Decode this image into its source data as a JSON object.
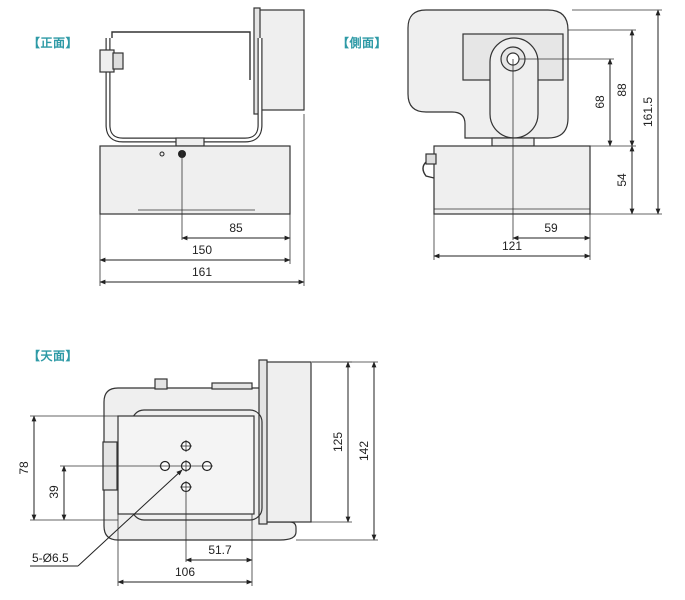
{
  "labels": {
    "front": "正面",
    "side": "側面",
    "top": "天面"
  },
  "front_view": {
    "dims": {
      "d85": "85",
      "d150": "150",
      "d161": "161"
    }
  },
  "side_view": {
    "dims": {
      "d59": "59",
      "d121": "121",
      "d68": "68",
      "d88": "88",
      "d161_5": "161.5",
      "d54": "54"
    }
  },
  "top_view": {
    "dims": {
      "d78": "78",
      "d39": "39",
      "d125": "125",
      "d142": "142",
      "d51_7": "51.7",
      "d106": "106"
    },
    "hole_callout": "5-Ø6.5"
  },
  "colors": {
    "label": "#2e9aa6",
    "body_fill": "#efefef",
    "line": "#222222"
  }
}
